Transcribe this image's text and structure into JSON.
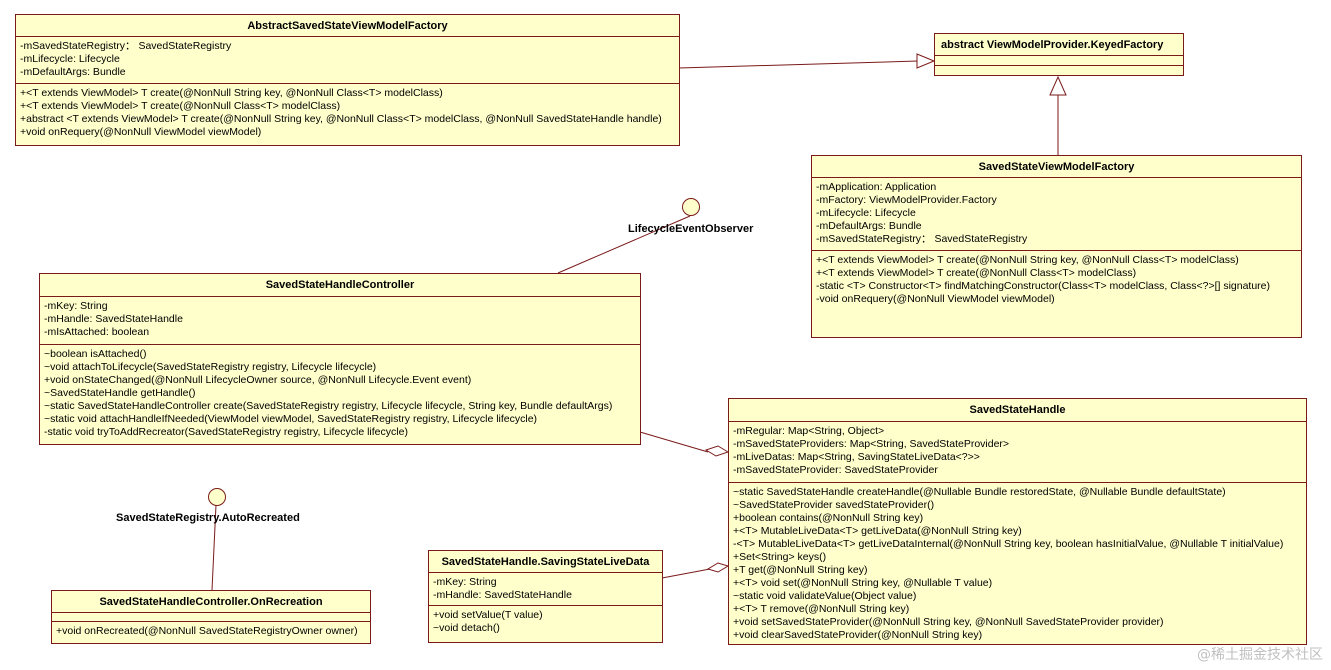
{
  "classes": {
    "abstract_factory": {
      "name": "AbstractSavedStateViewModelFactory",
      "attributes": [
        "-mSavedStateRegistry： SavedStateRegistry",
        "-mLifecycle: Lifecycle",
        "-mDefaultArgs: Bundle"
      ],
      "operations": [
        "+<T extends ViewModel> T create(@NonNull String key, @NonNull Class<T> modelClass)",
        "+<T extends ViewModel> T create(@NonNull Class<T> modelClass)",
        "+abstract <T extends ViewModel> T create(@NonNull String key, @NonNull Class<T> modelClass, @NonNull SavedStateHandle handle)",
        "+void onRequery(@NonNull ViewModel viewModel)"
      ]
    },
    "keyed_factory": {
      "name": "abstract ViewModelProvider.KeyedFactory"
    },
    "saved_state_vm_factory": {
      "name": "SavedStateViewModelFactory",
      "attributes": [
        "-mApplication: Application",
        "-mFactory: ViewModelProvider.Factory",
        "-mLifecycle: Lifecycle",
        "-mDefaultArgs: Bundle",
        "-mSavedStateRegistry： SavedStateRegistry"
      ],
      "operations": [
        "+<T extends ViewModel> T create(@NonNull String key, @NonNull Class<T> modelClass)",
        "+<T extends ViewModel> T create(@NonNull Class<T> modelClass)",
        "-static <T> Constructor<T> findMatchingConstructor(Class<T> modelClass, Class<?>[] signature)",
        "-void onRequery(@NonNull ViewModel viewModel)"
      ]
    },
    "handle_controller": {
      "name": "SavedStateHandleController",
      "attributes": [
        "-mKey: String",
        "-mHandle: SavedStateHandle",
        "-mIsAttached: boolean"
      ],
      "operations": [
        "~boolean isAttached()",
        "~void attachToLifecycle(SavedStateRegistry registry, Lifecycle lifecycle)",
        "+void onStateChanged(@NonNull LifecycleOwner source, @NonNull Lifecycle.Event event)",
        "~SavedStateHandle getHandle()",
        "~static SavedStateHandleController create(SavedStateRegistry registry, Lifecycle lifecycle, String key, Bundle defaultArgs)",
        "~static void attachHandleIfNeeded(ViewModel viewModel, SavedStateRegistry registry, Lifecycle lifecycle)",
        "-static void tryToAddRecreator(SavedStateRegistry registry, Lifecycle lifecycle)"
      ]
    },
    "saved_state_handle": {
      "name": "SavedStateHandle",
      "attributes": [
        "-mRegular: Map<String, Object>",
        "-mSavedStateProviders: Map<String, SavedStateProvider>",
        "-mLiveDatas: Map<String, SavingStateLiveData<?>>",
        "-mSavedStateProvider: SavedStateProvider"
      ],
      "operations": [
        "~static SavedStateHandle createHandle(@Nullable Bundle restoredState, @Nullable Bundle defaultState)",
        "~SavedStateProvider savedStateProvider()",
        "+boolean contains(@NonNull String key)",
        "+<T> MutableLiveData<T> getLiveData(@NonNull String key)",
        "-<T> MutableLiveData<T> getLiveDataInternal(@NonNull String key, boolean hasInitialValue, @Nullable T initialValue)",
        "+Set<String> keys()",
        "+T get(@NonNull String key)",
        "+<T> void set(@NonNull String key, @Nullable T value)",
        "~static void validateValue(Object value)",
        "+<T> T remove(@NonNull String key)",
        "+void setSavedStateProvider(@NonNull String key, @NonNull SavedStateProvider provider)",
        "+void clearSavedStateProvider(@NonNull String key)"
      ]
    },
    "saving_state_live_data": {
      "name": "SavedStateHandle.SavingStateLiveData",
      "attributes": [
        "-mKey: String",
        "-mHandle: SavedStateHandle"
      ],
      "operations": [
        "+void setValue(T value)",
        "~void detach()"
      ]
    },
    "on_recreation": {
      "name": "SavedStateHandleController.OnRecreation",
      "operations": [
        "+void onRecreated(@NonNull SavedStateRegistryOwner owner)"
      ]
    }
  },
  "interfaces": {
    "lifecycle_observer": "LifecycleEventObserver",
    "auto_recreated": "SavedStateRegistry.AutoRecreated"
  },
  "colors": {
    "fill": "#ffffcc",
    "border": "#7a1a1a"
  },
  "watermark": "@稀土掘金技术社区"
}
